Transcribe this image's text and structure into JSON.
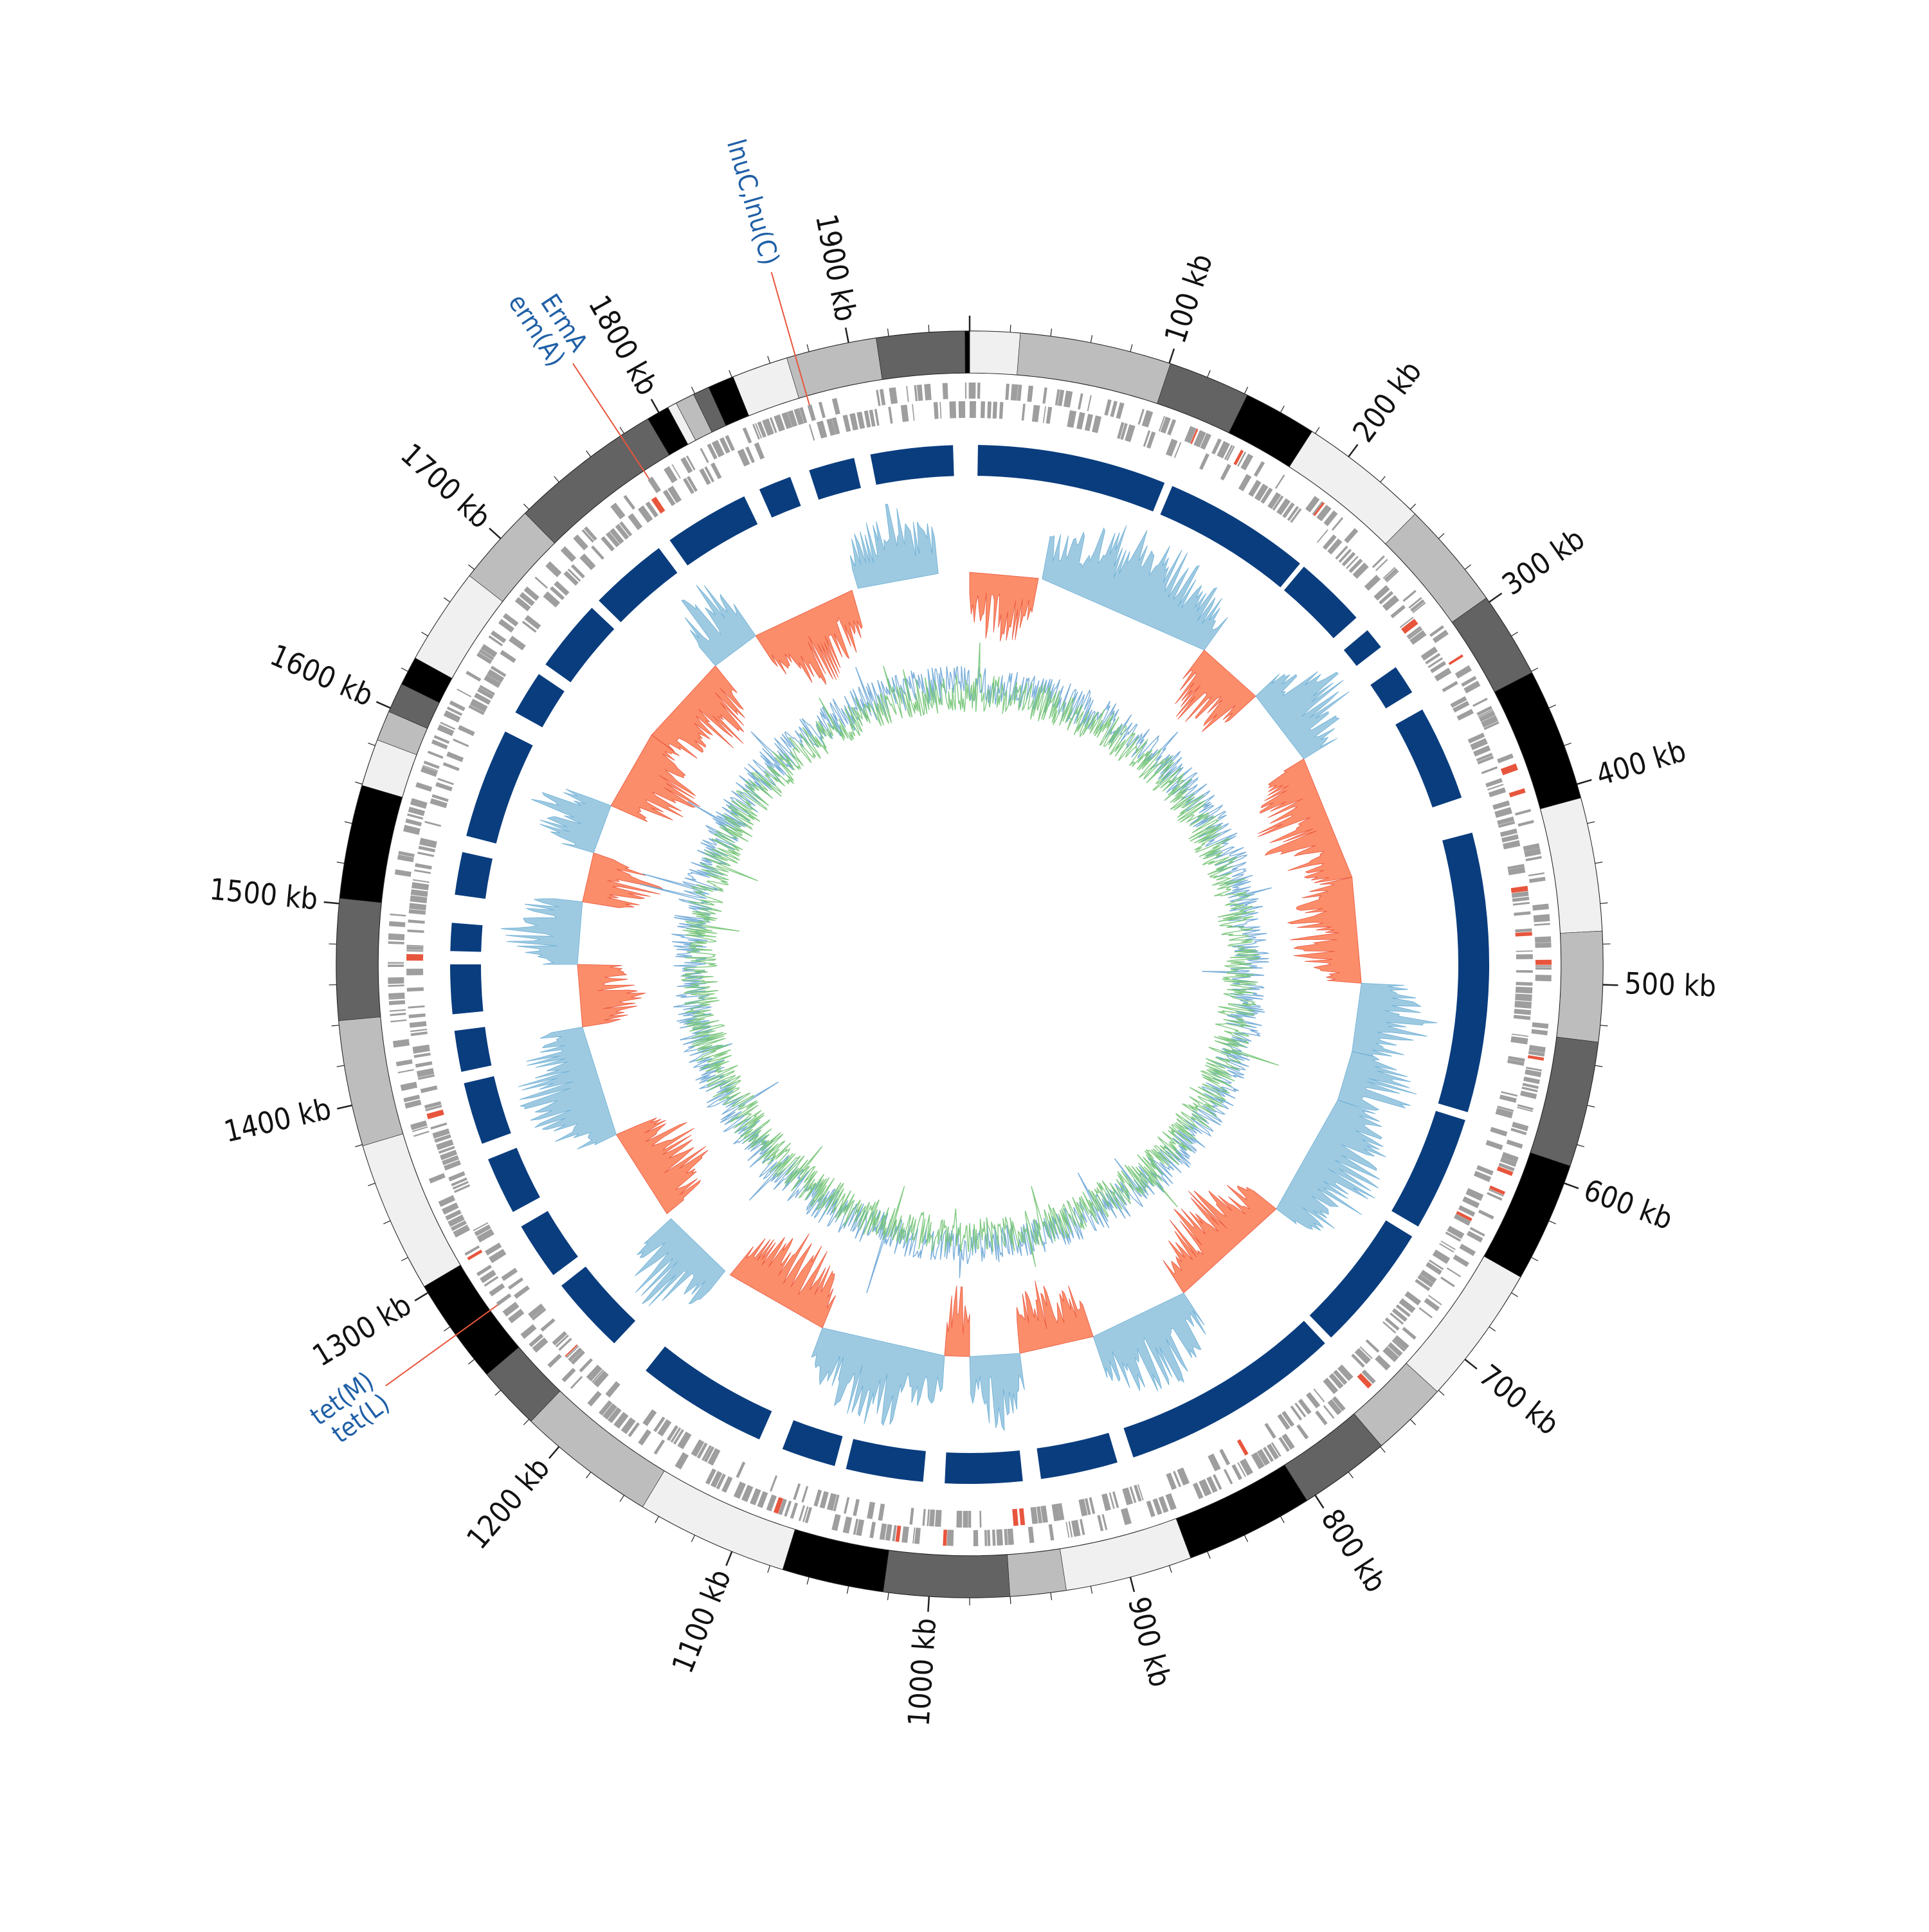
{
  "genome": {
    "length_kb": 1960,
    "tick_labels": [
      "100 kb",
      "200 kb",
      "300 kb",
      "400 kb",
      "500 kb",
      "600 kb",
      "700 kb",
      "800 kb",
      "900 kb",
      "1000 kb",
      "1100 kb",
      "1200 kb",
      "1300 kb",
      "1400 kb",
      "1500 kb",
      "1600 kb",
      "1700 kb",
      "1800 kb",
      "1900 kb"
    ],
    "tick_positions_kb": [
      100,
      200,
      300,
      400,
      500,
      600,
      700,
      800,
      900,
      1000,
      1100,
      1200,
      1300,
      1400,
      1500,
      1600,
      1700,
      1800,
      1900
    ]
  },
  "annotations": [
    {
      "labels": [
        "lnuC,lnu(C)"
      ],
      "position_kb": 1873
    },
    {
      "labels": [
        "erm(A)",
        "ErmA"
      ],
      "position_kb": 1778
    },
    {
      "labels": [
        "tet(L)",
        "tet(M)"
      ],
      "position_kb": 1275
    }
  ],
  "colors": {
    "annotation_text": "#1f5fa6",
    "annotation_line": "#e8553d",
    "contig_blocks": [
      "#f0f0f0",
      "#bdbdbd",
      "#636363",
      "#000000"
    ],
    "genes_ring": "#9e9e9e",
    "genes_highlight": "#e8553d",
    "coverage_ring": "#0a3d7e",
    "gc_positive": "#9ecae1",
    "gc_negative": "#fc8d6a",
    "gc_content_a": "#6ca6d6",
    "gc_content_b": "#74c476"
  }
}
